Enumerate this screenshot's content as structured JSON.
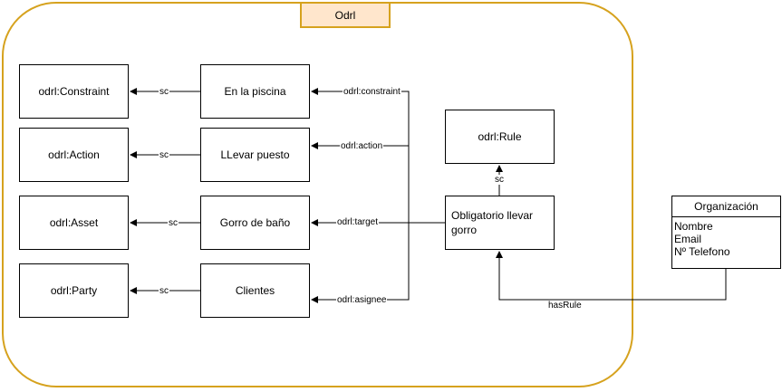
{
  "container": {
    "title": "Odrl"
  },
  "classes": {
    "constraint": "odrl:Constraint",
    "action": "odrl:Action",
    "asset": "odrl:Asset",
    "party": "odrl:Party",
    "rule": "odrl:Rule"
  },
  "instances": {
    "constraint": "En la piscina",
    "action": "LLevar puesto",
    "target": "Gorro de baño",
    "assignee": "Clientes",
    "rule": "Obligatorio llevar gorro"
  },
  "edge_labels": {
    "sc": "sc",
    "constraint": "odrl:constraint",
    "action": "odrl:action",
    "target": "odrl:target",
    "assignee": "odrl:asignee",
    "has_rule": "hasRule"
  },
  "organization": {
    "title": "Organización",
    "fields": [
      "Nombre",
      "Email",
      "Nº Telefono"
    ]
  },
  "colors": {
    "frame": "#d6a21e",
    "tab_fill": "#ffe6cc",
    "line": "#000000"
  }
}
